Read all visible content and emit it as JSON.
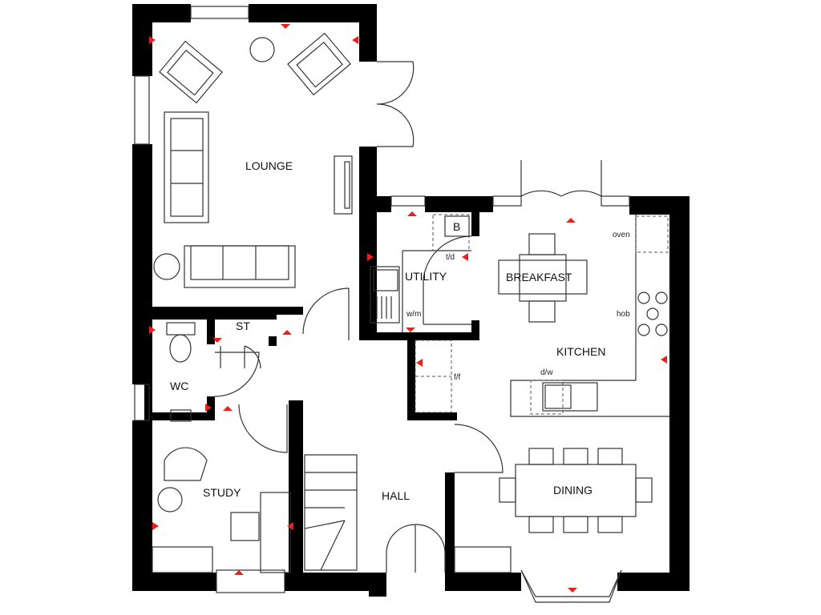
{
  "rooms": {
    "lounge": "LOUNGE",
    "utility": "UTILITY",
    "breakfast": "BREAKFAST",
    "kitchen": "KITCHEN",
    "st": "ST",
    "wc": "WC",
    "study": "STUDY",
    "hall": "HALL",
    "dining": "DINING"
  },
  "fixtures": {
    "boiler": "B",
    "tumble_dryer": "t/d",
    "washing_machine": "w/m",
    "oven": "oven",
    "hob": "hob",
    "dishwasher": "d/w",
    "fridge_freezer": "f/f"
  },
  "colors": {
    "walls": "#000000",
    "markers": "#e8221b"
  }
}
